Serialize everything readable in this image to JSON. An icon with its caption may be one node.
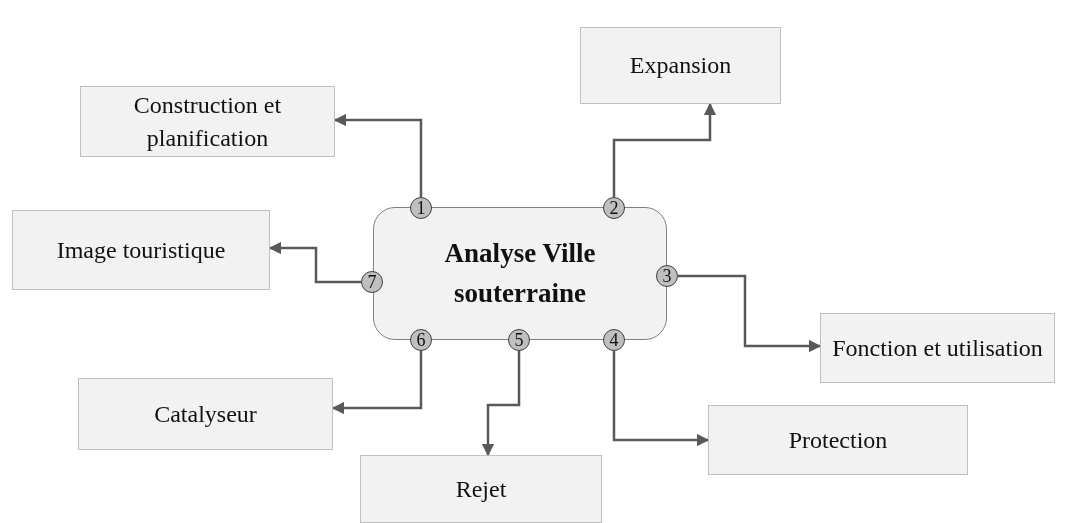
{
  "diagram": {
    "nodes": [
      {
        "text": [
          "Analyse Ville souterraine"
        ]
      },
      {
        "text": [
          "1"
        ]
      },
      {
        "text": [
          "2"
        ]
      },
      {
        "text": [
          "3"
        ]
      },
      {
        "text": [
          "4"
        ]
      },
      {
        "text": [
          "5"
        ]
      },
      {
        "text": [
          "6"
        ]
      },
      {
        "text": [
          "7"
        ]
      },
      {
        "text": [
          "Construction et planification"
        ]
      },
      {
        "text": [
          "Expansion"
        ]
      },
      {
        "text": [
          "Fonction et utilisation"
        ]
      },
      {
        "text": [
          "Protection"
        ]
      },
      {
        "text": [
          "Rejet"
        ]
      },
      {
        "text": [
          "Catalyseur"
        ]
      },
      {
        "text": [
          "Image touristique"
        ]
      }
    ],
    "edges": [
      {
        "from": 1,
        "to": 8,
        "arrow": "to"
      },
      {
        "from": 2,
        "to": 9,
        "arrow": "to"
      },
      {
        "from": 3,
        "to": 10,
        "arrow": "to"
      },
      {
        "from": 4,
        "to": 11,
        "arrow": "to"
      },
      {
        "from": 5,
        "to": 12,
        "arrow": "to"
      },
      {
        "from": 6,
        "to": 13,
        "arrow": "to"
      },
      {
        "from": 7,
        "to": 14,
        "arrow": "to"
      }
    ]
  }
}
